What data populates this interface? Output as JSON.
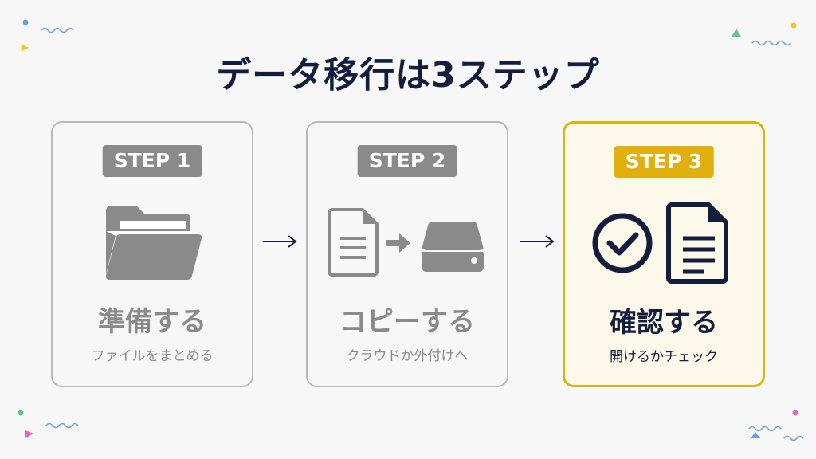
{
  "title": "データ移行は3ステップ",
  "steps": [
    {
      "badge": "STEP 1",
      "heading": "準備する",
      "sub": "ファイルをまとめる",
      "icon": "folder-icon",
      "active": false
    },
    {
      "badge": "STEP 2",
      "heading": "コピーする",
      "sub": "クラウドか外付けへ",
      "icon": "document-to-drive-icon",
      "active": false
    },
    {
      "badge": "STEP 3",
      "heading": "確認する",
      "sub": "開けるかチェック",
      "icon": "check-document-icon",
      "active": true
    }
  ],
  "colors": {
    "title": "#141d3c",
    "inactive": "#8a8a8a",
    "accent": "#e1b00e",
    "active_bg": "#fdf9ea"
  }
}
